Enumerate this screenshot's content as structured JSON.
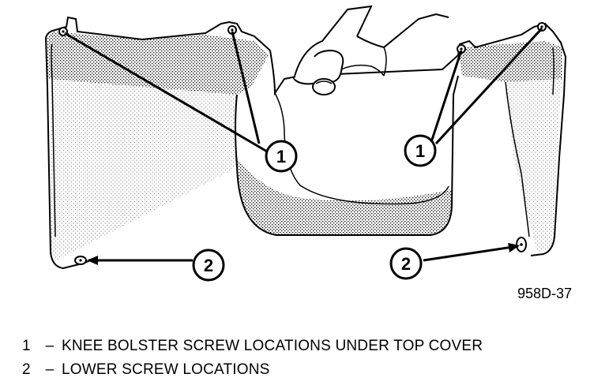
{
  "figure": {
    "id_label": "958D-37",
    "callouts": [
      "1",
      "1",
      "2",
      "2"
    ]
  },
  "legend": [
    {
      "number": "1",
      "separator": "–",
      "text": "KNEE BOLSTER SCREW LOCATIONS UNDER TOP COVER"
    },
    {
      "number": "2",
      "separator": "–",
      "text": "LOWER SCREW LOCATIONS"
    }
  ]
}
